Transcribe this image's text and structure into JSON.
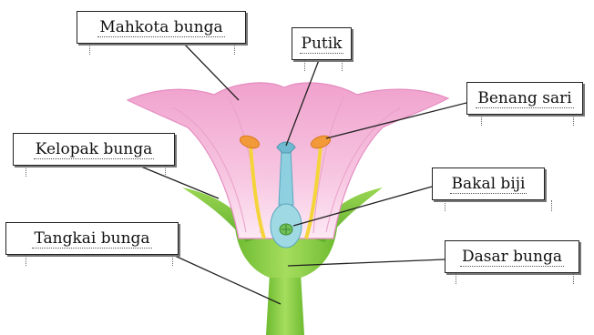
{
  "diagram": {
    "labels": {
      "mahkota_bunga": "Mahkota bunga",
      "putik": "Putik",
      "benang_sari": "Benang sari",
      "kelopak_bunga": "Kelopak bunga",
      "bakal_biji": "Bakal biji",
      "tangkai_bunga": "Tangkai bunga",
      "dasar_bunga": "Dasar bunga"
    },
    "colors": {
      "petal": "#f2a9d2",
      "petal_light": "#fbe0ef",
      "petal_edge": "#e58cc0",
      "sepal": "#7fcc3a",
      "stem": "#8fd149",
      "stem_dark": "#5faa2a",
      "pistil": "#7fc6d8",
      "filament": "#f5d43b",
      "anther": "#f29a3a",
      "leader_line": "#222222"
    }
  }
}
